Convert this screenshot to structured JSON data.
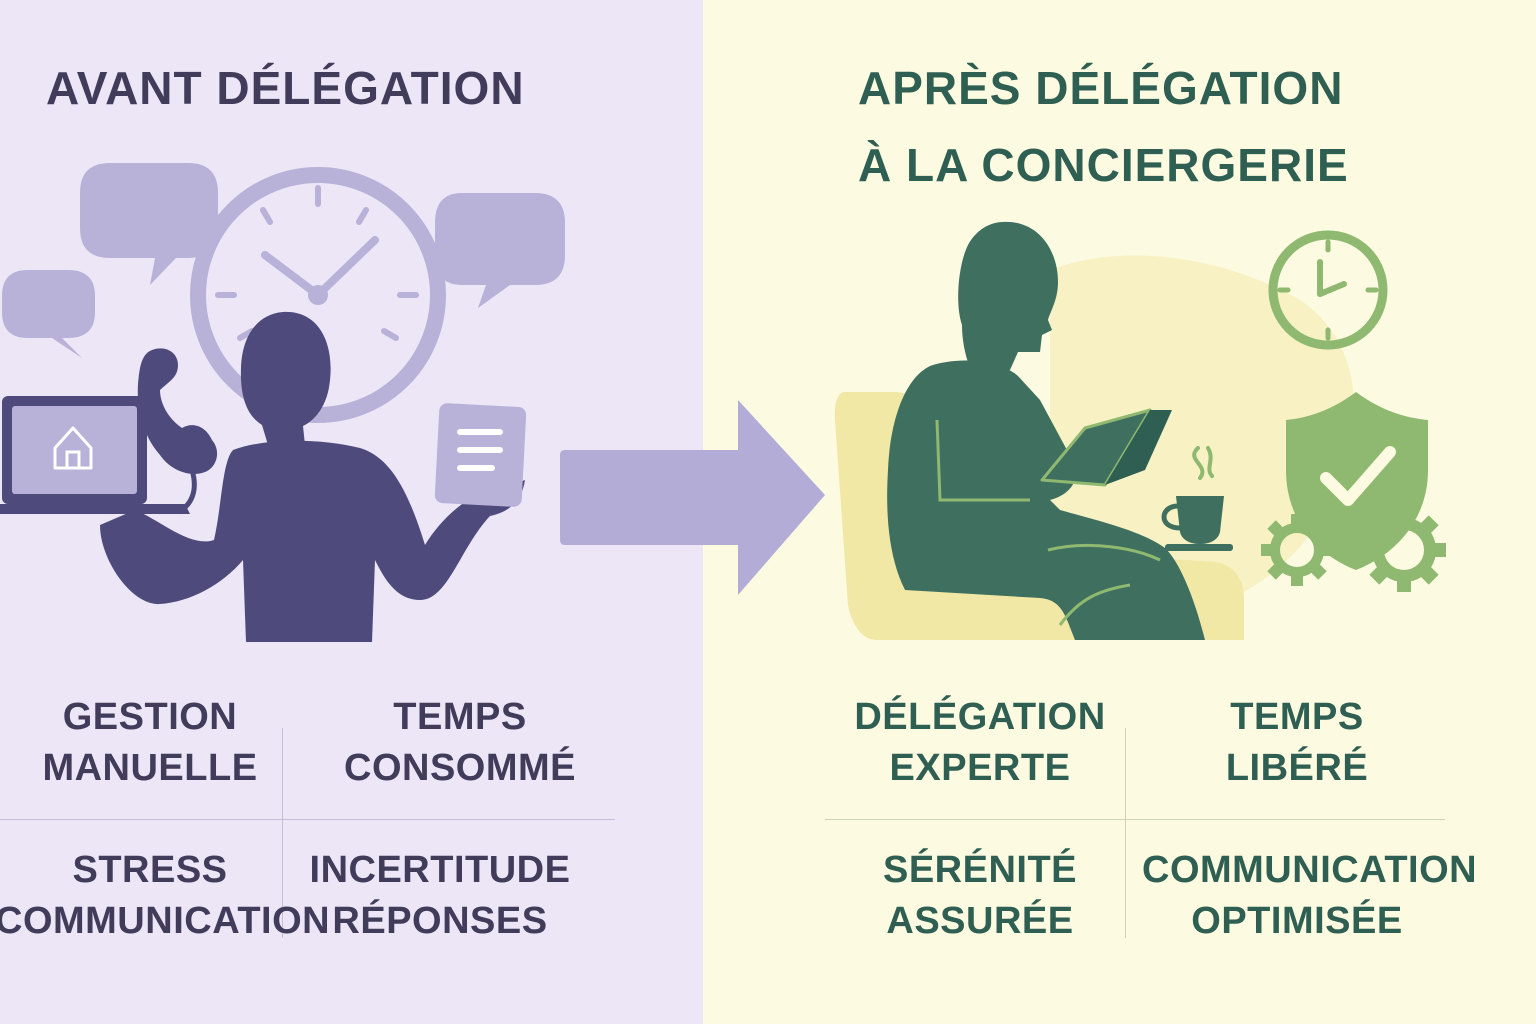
{
  "colors": {
    "left_background": "#ece6f7",
    "right_background": "#fcfae0",
    "left_text": "#403c5a",
    "right_text": "#2f5f52",
    "left_figure": "#4e4b7c",
    "left_accent": "#b8b1d8",
    "right_figure": "#3f6f5f",
    "right_accent": "#8fb870",
    "chair": "#f1e8a6",
    "arrow": "#b3acd6"
  },
  "icons": {
    "left": [
      "speech-bubble-icon",
      "clock-icon",
      "phone-icon",
      "laptop-icon",
      "house-icon",
      "document-icon",
      "person-icon"
    ],
    "right": [
      "person-reading-icon",
      "armchair-icon",
      "book-icon",
      "coffee-cup-icon",
      "clock-icon",
      "shield-check-icon",
      "gear-icon"
    ],
    "transition": "arrow-right-icon"
  },
  "before": {
    "title": "AVANT DÉLÉGATION",
    "items": [
      {
        "line1": "GESTION",
        "line2": "MANUELLE"
      },
      {
        "line1": "TEMPS",
        "line2": "CONSOMMÉ"
      },
      {
        "line1": "STRESS",
        "line2": "COMMUNICATION"
      },
      {
        "line1": "INCERTITUDE",
        "line2": "RÉPONSES"
      }
    ]
  },
  "after": {
    "title_line1": "APRÈS DÉLÉGATION",
    "title_line2": "À LA CONCIERGERIE",
    "items": [
      {
        "line1": "DÉLÉGATION",
        "line2": "EXPERTE"
      },
      {
        "line1": "TEMPS",
        "line2": "LIBÉRÉ"
      },
      {
        "line1": "SÉRÉNITÉ",
        "line2": "ASSURÉE"
      },
      {
        "line1": "COMMUNICATION",
        "line2": "OPTIMISÉE"
      }
    ]
  }
}
